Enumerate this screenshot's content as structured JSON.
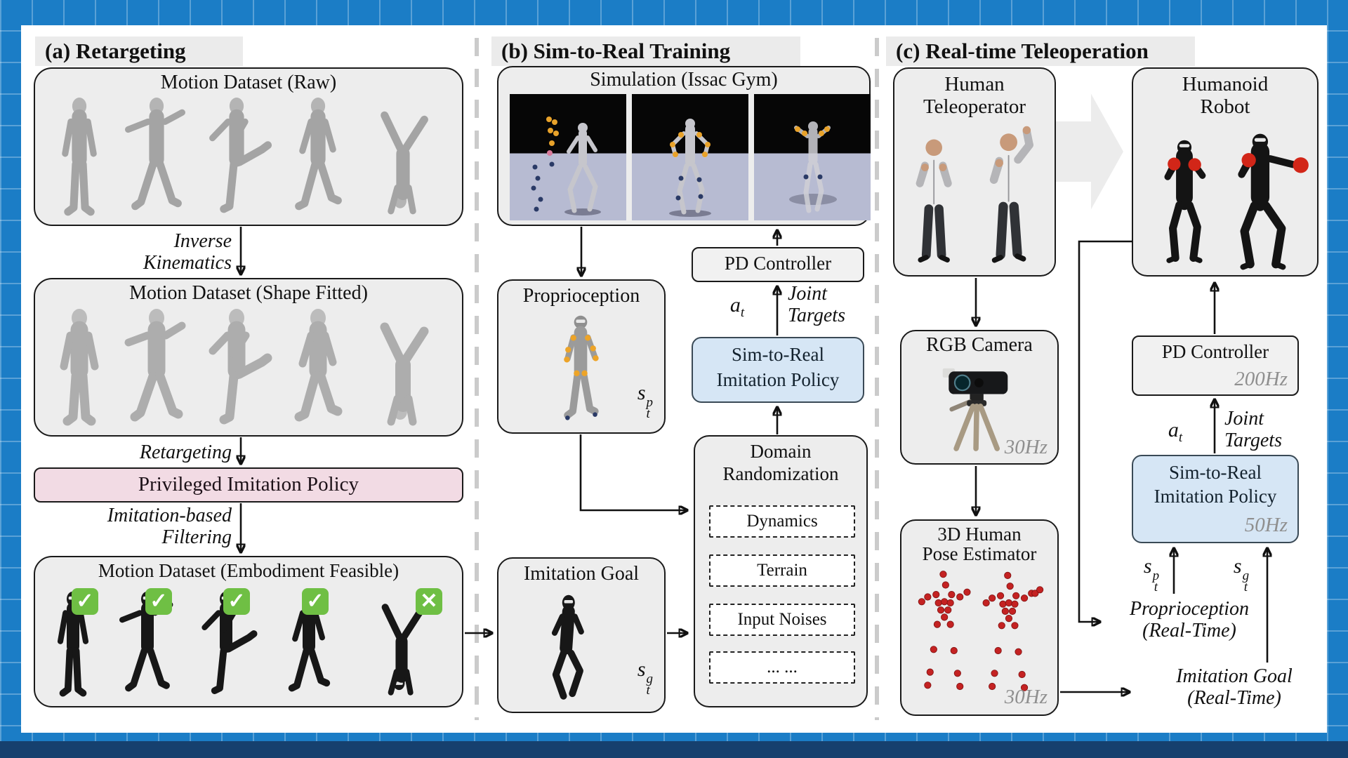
{
  "icons": {
    "check": "✓",
    "cross": "✕"
  },
  "panel_a": {
    "title": "(a) Retargeting",
    "raw_title": "Motion Dataset (Raw)",
    "ik1": "Inverse",
    "ik2": "Kinematics",
    "fitted_title": "Motion Dataset (Shape Fitted)",
    "retargeting": "Retargeting",
    "privileged_policy": "Privileged Imitation Policy",
    "filter1": "Imitation-based",
    "filter2": "Filtering",
    "feasible_title": "Motion Dataset (Embodiment Feasible)"
  },
  "panel_b": {
    "title": "(b) Sim-to-Real Training",
    "sim_title": "Simulation (Issac Gym)",
    "proprioception": "Proprioception",
    "pd": "PD Controller",
    "joint1": "Joint",
    "joint2": "Targets",
    "policy1": "Sim-to-Real",
    "policy2": "Imitation Policy",
    "domain1": "Domain",
    "domain2": "Randomization",
    "items": [
      "Dynamics",
      "Terrain",
      "Input Noises",
      "... ..."
    ],
    "goal": "Imitation Goal"
  },
  "panel_c": {
    "title": "(c) Real-time Teleoperation",
    "tele1": "Human",
    "tele2": "Teleoperator",
    "robot1": "Humanoid",
    "robot2": "Robot",
    "camera": "RGB Camera",
    "camera_rate": "30Hz",
    "pose1": "3D Human",
    "pose2": "Pose Estimator",
    "pose_rate": "30Hz",
    "pd": "PD Controller",
    "pd_rate": "200Hz",
    "policy1": "Sim-to-Real",
    "policy2": "Imitation Policy",
    "policy_rate": "50Hz",
    "joint1": "Joint",
    "joint2": "Targets",
    "proprio1": "Proprioception",
    "proprio2": "(Real-Time)",
    "goalrt1": "Imitation Goal",
    "goalrt2": "(Real-Time)"
  },
  "math": {
    "a": "a",
    "s": "s",
    "t": "t",
    "p": "p",
    "g": "g"
  }
}
